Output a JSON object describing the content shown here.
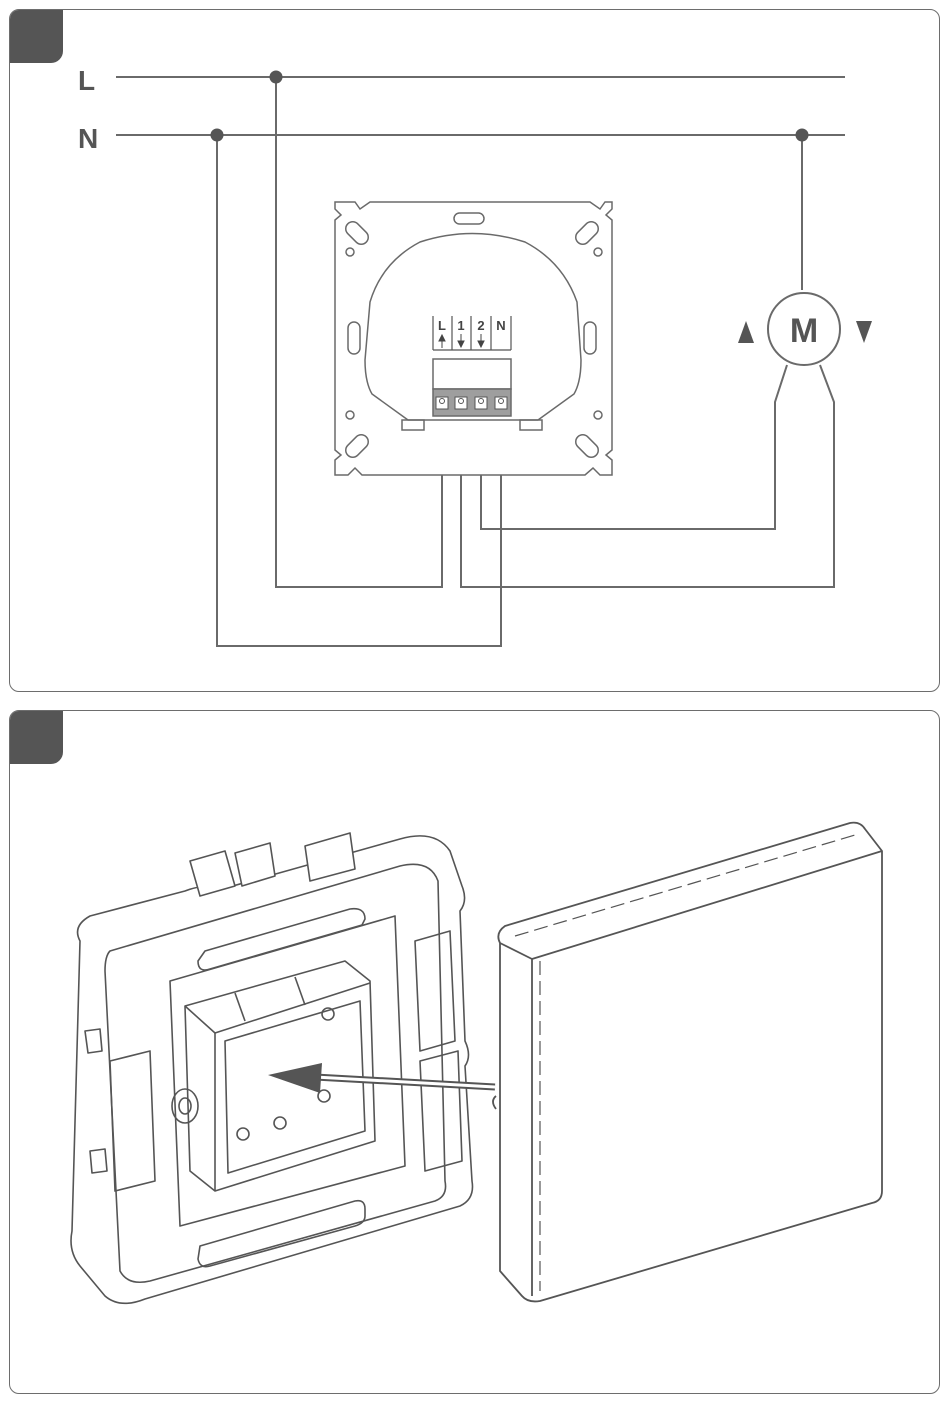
{
  "wiring": {
    "line_label": "L",
    "neutral_label": "N",
    "motor_label": "M",
    "terminals": [
      "L",
      "1",
      "2",
      "N"
    ],
    "colors": {
      "wire": "#6a6a6a",
      "badge": "#555555",
      "text": "#555555"
    }
  },
  "icons": {
    "up_arrow": "triangle-up-icon",
    "down_arrow": "triangle-down-icon",
    "mount_arrow": "arrow-left-icon"
  }
}
